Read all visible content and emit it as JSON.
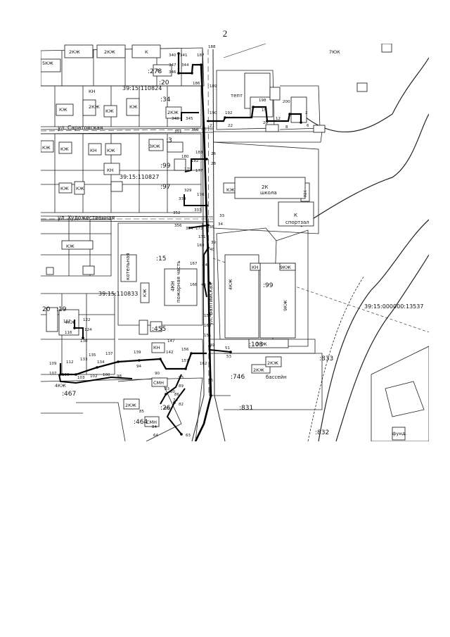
{
  "page": {
    "number": "2"
  },
  "map": {
    "streets": {
      "saratovskaya": "ул. Саратовская",
      "khudozhestvennaya": "ул. Художественная",
      "baltiyskaya": "ул. Балтийская"
    },
    "cadastral_blocks": [
      "39:15:110824",
      "39:15:110827",
      "39:15:110833",
      "39:15:000000:13537"
    ],
    "parcels": [
      ":278",
      ":20",
      ":34",
      ":3",
      ":99",
      ":97",
      ":15",
      ":99",
      ":19",
      ":455",
      ":103",
      ":833",
      ":746",
      ":467",
      ":26",
      ":464",
      ":831",
      ":832",
      "20"
    ],
    "facilities": {
      "school": "школа",
      "school_label": "2К",
      "gym": "спортзал",
      "gym_label": "К",
      "center": "тепт",
      "pool": "бассейн",
      "boiler": "котельная",
      "fire_station": "пожарная часть",
      "fire_label": "4КН"
    },
    "building_labels": [
      "5КЖ",
      "2КЖ",
      "2КЖ",
      "К",
      "К",
      "7ЮК",
      "КН",
      "КЖ",
      "2КЖ",
      "КЖ",
      "КЖ",
      "КН",
      "2КЖ",
      "2КЖ",
      "2КЖ",
      "КЖ",
      "КЖ",
      "3КЖ",
      "КЖ",
      "КН",
      "КЖ",
      "КЖ",
      "КН",
      "КН",
      "КЖ",
      "КЖ",
      "К",
      "2КЖ",
      "КЖ",
      "КЖ",
      "2КЖ",
      "9КЖ",
      "4КЖ",
      "9КЖ",
      "КН",
      "КН",
      "4КЖ",
      "2КЖ",
      "4КЖ",
      "СМН",
      "СМН",
      "2КЖ",
      "3КЖ",
      "2КЖ",
      "КЖ",
      "СМН",
      "2КЖ",
      "КН",
      "КН",
      "КЖ",
      "КН",
      "фунд."
    ],
    "route_points": {
      "upper": [
        "340",
        "341",
        "187",
        "188",
        "347",
        "344",
        "346",
        "20",
        "186",
        "189",
        "190",
        "192",
        "198",
        "200",
        "15",
        "20",
        "12",
        "2",
        "8",
        "6",
        "21",
        "22",
        "351",
        "350",
        "348",
        "345"
      ],
      "middle": [
        "183",
        "26",
        "180",
        "182",
        "28",
        "179",
        "177",
        "329",
        "176",
        "339",
        "333",
        "352",
        "33",
        "356",
        "354",
        "173",
        "338",
        "34",
        "171",
        "39",
        "160",
        "40",
        "167",
        "166",
        "44",
        "45"
      ],
      "lower": [
        "117",
        "122",
        "116",
        "124",
        "130",
        "139",
        "137",
        "135",
        "133",
        "134",
        "109",
        "112",
        "107",
        "106",
        "103",
        "102",
        "100",
        "98",
        "94",
        "147",
        "142",
        "156",
        "157",
        "165",
        "151",
        "155",
        "49",
        "51",
        "53",
        "162",
        "56",
        "93",
        "90",
        "89",
        "86",
        "85",
        "83",
        "84",
        "82",
        "80",
        "74",
        "64",
        "63",
        "66"
      ]
    }
  }
}
